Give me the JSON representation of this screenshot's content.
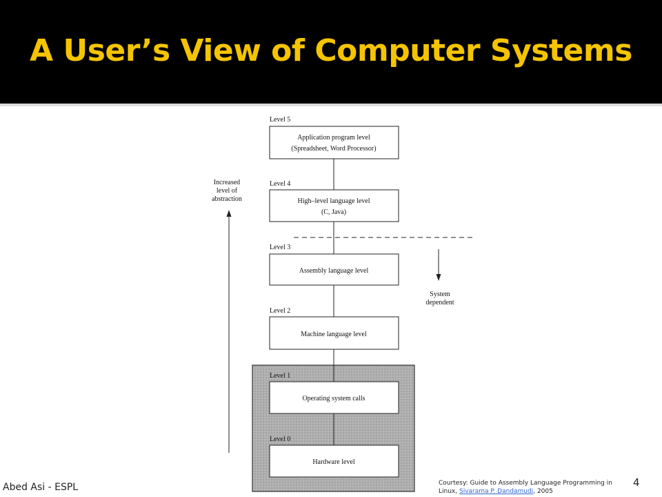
{
  "slide": {
    "title": "A User’s View of Computer Systems",
    "footer_author": "Abed Asi - ESPL",
    "credit_prefix": "Courtesy: Guide to Assembly Language Programming in Linux, ",
    "credit_link": "Sivarama P. Dandamudi",
    "credit_suffix": ", 2005",
    "page_number": "4"
  },
  "diagram": {
    "levels": [
      {
        "level_label": "Level 5",
        "box_line1": "Application program level",
        "box_line2": "(Spreadsheet, Word Processor)"
      },
      {
        "level_label": "Level 4",
        "box_line1": "High–level language level",
        "box_line2": "(C, Java)"
      },
      {
        "level_label": "Level 3",
        "box_line1": "Assembly language level",
        "box_line2": ""
      },
      {
        "level_label": "Level 2",
        "box_line1": "Machine language level",
        "box_line2": ""
      },
      {
        "level_label": "Level 1",
        "box_line1": "Operating system calls",
        "box_line2": ""
      },
      {
        "level_label": "Level 0",
        "box_line1": "Hardware level",
        "box_line2": ""
      }
    ],
    "abstraction_label": [
      "Increased",
      "level of",
      "abstraction"
    ],
    "system_label": [
      "System",
      "dependent"
    ],
    "colors": {
      "shaded_region": "#a9a9a9",
      "box_fill": "#ffffff",
      "line": "#222222"
    }
  }
}
